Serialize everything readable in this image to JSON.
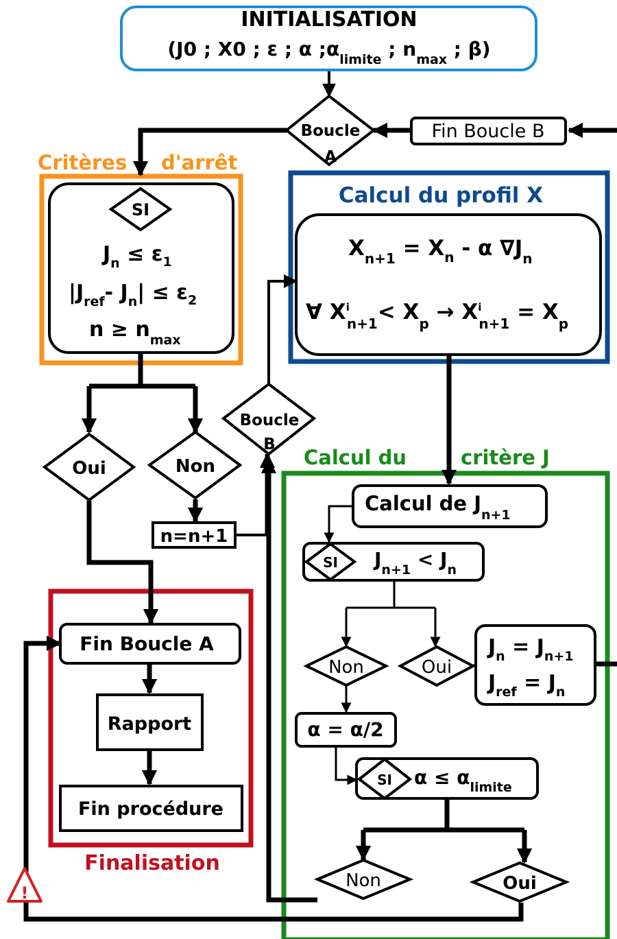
{
  "colors": {
    "initialisation": "#1f8fd6",
    "criteres": "#f7941d",
    "profil": "#0e4a8f",
    "critere_j": "#1a8a1a",
    "finalisation": "#c0111f",
    "warning": "#d42020"
  },
  "initialisation": {
    "title": "INITIALISATION",
    "params": "(J0 ; X0 ; ε ; α ;α",
    "alpha_sub": "limite",
    "n_part": " ; n",
    "n_sub": "max",
    "end_part": " ; β)"
  },
  "boucle_a": {
    "line1": "Boucle",
    "line2": "A"
  },
  "fin_boucle_b": "Fin Boucle B",
  "criteres": {
    "title_1": "Critères",
    "title_2": "d'arrêt",
    "si": "SI",
    "c1_main": "J",
    "c1_sub": "n",
    "c1_op": " ≤ ε",
    "c1_sub2": "1",
    "c2_bar": "|J",
    "c2_sub": "ref",
    "c2_minus": "- J",
    "c2_sub2": "n",
    "c2_op": "| ≤ ε",
    "c2_sub3": "2",
    "c3_main": "n ≥ n",
    "c3_sub": "max"
  },
  "profil": {
    "title": "Calcul du profil X",
    "eq1_x": "X",
    "eq1_sub": "n+1",
    "eq1_eq": " = X",
    "eq1_sub2": "n",
    "eq1_rest": " - α ∇J",
    "eq1_sub3": "n",
    "eq2_forall": "∀ X",
    "eq2_sup": "i",
    "eq2_sub": "n+1",
    "eq2_lt": "< X",
    "eq2_sub2": "p",
    "eq2_arrow": " → X",
    "eq2_sup2": "i",
    "eq2_sub3": "n+1",
    "eq2_eq": " = X",
    "eq2_sub4": "p"
  },
  "decision_oui": "Oui",
  "decision_non": "Non",
  "boucle_b": {
    "line1": "Boucle",
    "line2": "B"
  },
  "increment": "n=n+1",
  "critere_j": {
    "title_1": "Calcul du",
    "title_2": "critère J",
    "calc": "Calcul de J",
    "calc_sub": "n+1",
    "si": "SI",
    "cond_j": "J",
    "cond_sub": "n+1",
    "cond_lt": " < J",
    "cond_sub2": "n",
    "non": "Non",
    "oui": "Oui",
    "upd1_j": "J",
    "upd1_sub": "n",
    "upd1_eq": " = J",
    "upd1_sub2": "n+1",
    "upd2_j": "J",
    "upd2_sub": "ref",
    "upd2_eq": " = J",
    "upd2_sub2": "n",
    "alpha_half": "α = α/2",
    "si2": "SI",
    "alpha_cond": "α ≤ α",
    "alpha_sub": "limite",
    "non2": "Non",
    "oui2": "Oui"
  },
  "finalisation": {
    "fin_boucle_a": "Fin Boucle A",
    "rapport": "Rapport",
    "fin_procedure": "Fin procédure",
    "title": "Finalisation"
  },
  "warning_symbol": "!"
}
